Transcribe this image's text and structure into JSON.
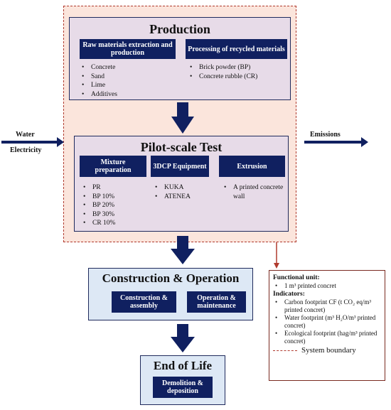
{
  "production": {
    "title": "Production",
    "col1": {
      "header": "Raw materials extraction and production",
      "items": [
        "Concrete",
        "Sand",
        "Lime",
        "Additives"
      ]
    },
    "col2": {
      "header": "Processing of recycled materials",
      "items": [
        "Brick powder (BP)",
        "Concrete rubble (CR)"
      ]
    }
  },
  "pilot": {
    "title": "Pilot-scale Test",
    "col1": {
      "header": "Mixture preparation",
      "items": [
        "PR",
        "BP 10%",
        "BP 20%",
        "BP 30%",
        "CR 10%"
      ]
    },
    "col2": {
      "header": "3DCP Equipment",
      "items": [
        "KUKA",
        "ATENEA"
      ]
    },
    "col3": {
      "header": "Extrusion",
      "items": [
        "A printed concrete wall"
      ]
    }
  },
  "inputs": {
    "water": "Water",
    "electricity": "Electricity"
  },
  "outputs": {
    "emissions": "Emissions"
  },
  "construction": {
    "title": "Construction & Operation",
    "box1": "Construction & assembly",
    "box2": "Operation & maintenance"
  },
  "eol": {
    "title": "End of Life",
    "box1": "Demolition & deposition"
  },
  "legend": {
    "functional_unit_label": "Functional unit:",
    "functional_unit": "1 m³ printed concret",
    "indicators_label": "Indicators:",
    "indicators": [
      "Carbon footprint CF (t CO₂ eq/m³ printed concret)",
      "Water footprint (m³ H₂O/m³ printed concret)",
      "Ecological footprint (hag/m³ printed concret)"
    ],
    "boundary_label": "System boundary"
  },
  "colors": {
    "navy": "#102060",
    "boundary": "#b03a2e",
    "panel": "#e7dbe8",
    "blue_panel": "#dde8f5"
  }
}
